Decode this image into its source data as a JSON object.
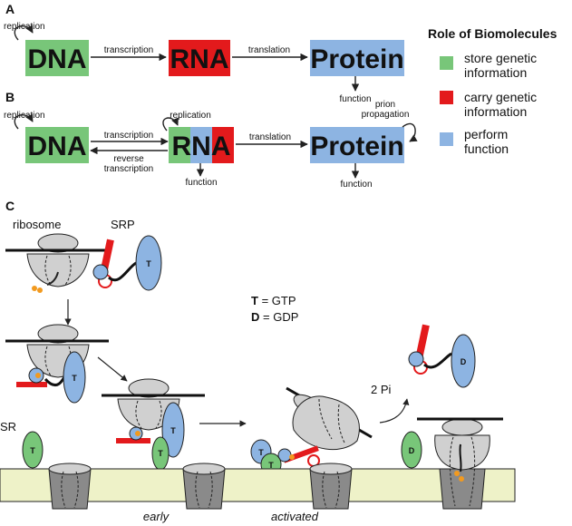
{
  "panels": {
    "a": "A",
    "b": "B",
    "c": "C"
  },
  "colors": {
    "green": "#78c679",
    "red": "#e31a1c",
    "blue": "#8db4e2",
    "membrane": "#eef2c8",
    "gray": "#d0d0d0",
    "darkgray": "#8a8a8a",
    "orange": "#f29a1f"
  },
  "panel_a": {
    "self_label": "replication",
    "dna": "DNA",
    "rna": "RNA",
    "protein": "Protein",
    "arrow1": "transcription",
    "arrow2": "translation",
    "function": "function"
  },
  "panel_b": {
    "dna_self": "replication",
    "rna_self": "replication",
    "prion_line1": "prion",
    "prion_line2": "propagation",
    "dna": "DNA",
    "rna": "RNA",
    "protein": "Protein",
    "forward": "transcription",
    "reverse_line1": "reverse",
    "reverse_line2": "transcription",
    "translation": "translation",
    "rna_function": "function",
    "protein_function": "function"
  },
  "legend": {
    "title": "Role of Biomolecules",
    "items": [
      {
        "line1": "store genetic",
        "line2": "information",
        "color": "green"
      },
      {
        "line1": "carry genetic",
        "line2": "information",
        "color": "red"
      },
      {
        "line1": "perform",
        "line2": "function",
        "color": "blue"
      }
    ]
  },
  "panel_c": {
    "ribosome": "ribosome",
    "srp": "SRP",
    "sr": "SR",
    "key_t_letter": "T",
    "key_t_text": " = GTP",
    "key_d_letter": "D",
    "key_d_text": " = GDP",
    "pi": "2 Pi",
    "early": "early",
    "activated": "activated",
    "t": "T",
    "d": "D"
  }
}
